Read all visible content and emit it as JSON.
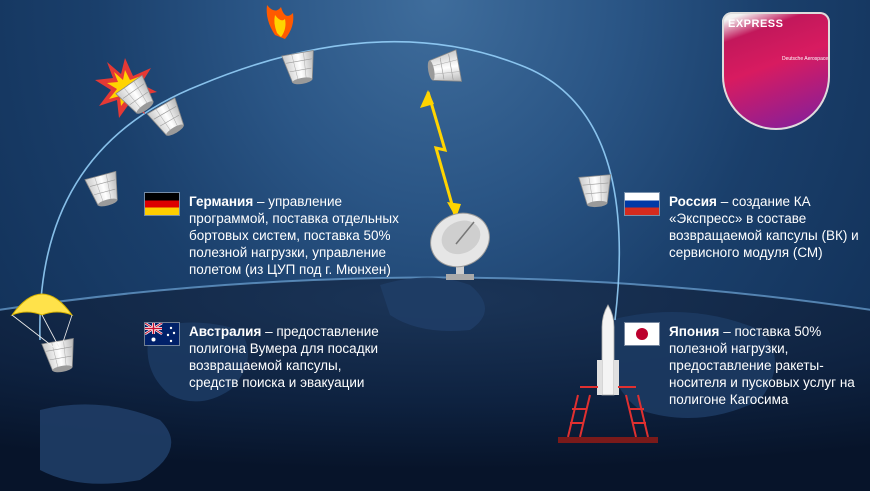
{
  "mission_patch": {
    "title": "EXPRESS",
    "subtitle": "Deutsche Aerospace"
  },
  "countries": [
    {
      "name": "Германия",
      "flag": "germany-flag",
      "text": " – управление программой, поставка отдельных бортовых систем, поставка 50% полезной нагрузки, управление полетом (из ЦУП под г. Мюнхен)"
    },
    {
      "name": "Россия",
      "flag": "russia-flag",
      "text": " – создание КА «Экспресс» в составе возвращаемой капсулы (ВК) и сервисного модуля (СМ)"
    },
    {
      "name": "Австралия",
      "flag": "australia-flag",
      "text": " – предоставление полигона Вумера для посадки возвращаемой капсулы, средств поиска и эвакуации"
    },
    {
      "name": "Япония",
      "flag": "japan-flag",
      "text": " – поставка 50% полезной нагрузки, предоставление ракеты-носителя и пусковых услуг на полигоне Кагосима"
    }
  ],
  "colors": {
    "sky": "#1a3f6b",
    "earth": "#0b1c36",
    "orbit": "#9ad6ff",
    "signal": "#ffd400",
    "fire": "#ff8a00"
  },
  "icons": [
    "capsule-icon",
    "explosion-icon",
    "flame-icon",
    "antenna-dish-icon",
    "parachute-icon",
    "rocket-icon",
    "launch-tower-icon",
    "signal-bolt-icon"
  ]
}
